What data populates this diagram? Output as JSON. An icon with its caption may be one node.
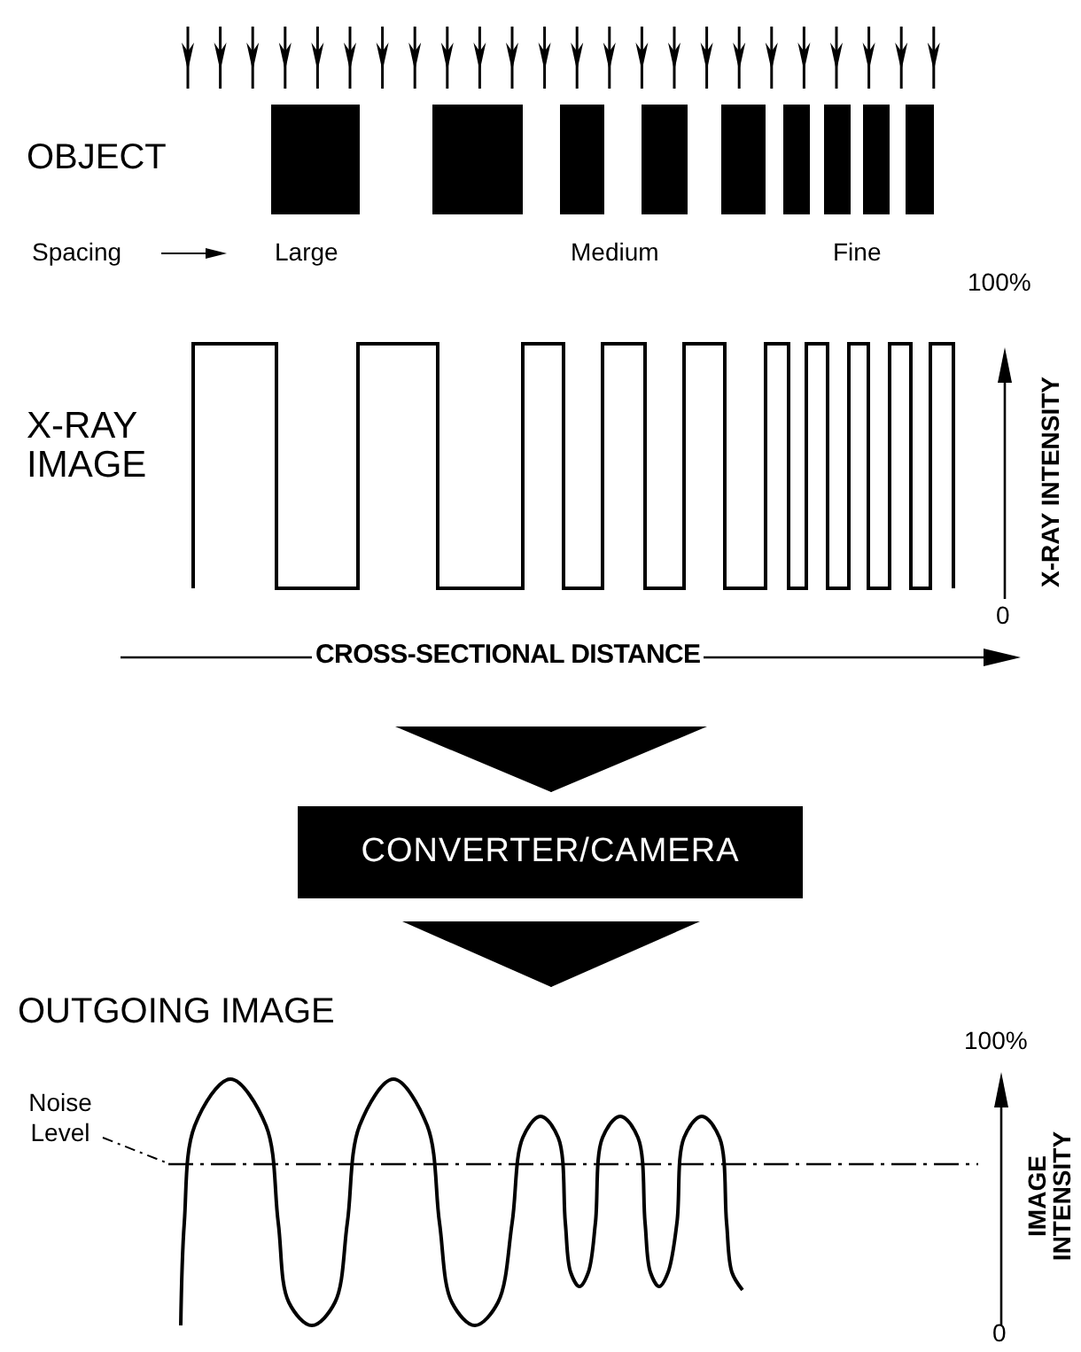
{
  "diagram": {
    "nodes": [
      {
        "text": [
          "X-RAY IMAGE"
        ]
      },
      {
        "text": [
          "CONVERTER/CAMERA"
        ]
      },
      {
        "text": [
          "OUTGOING IMAGE"
        ]
      },
      {
        "text": [
          "Noise Level"
        ],
        "in": 2
      },
      {
        "text": [],
        "shape": "line",
        "in": 2
      }
    ],
    "edges": [
      {
        "from": 0,
        "to": 1,
        "arrow": "to"
      },
      {
        "from": 1,
        "to": 2,
        "arrow": "to"
      },
      {
        "from": 3,
        "to": 4,
        "arrow": "none",
        "style": "dashed"
      }
    ],
    "labels": [
      "OBJECT",
      "Spacing",
      "Large",
      "Medium",
      "Fine",
      "100%",
      "X-RAY INTENSITY",
      "0",
      "CROSS-SECTIONAL DISTANCE",
      "100%",
      "IMAGE INTENSITY",
      "0"
    ]
  }
}
